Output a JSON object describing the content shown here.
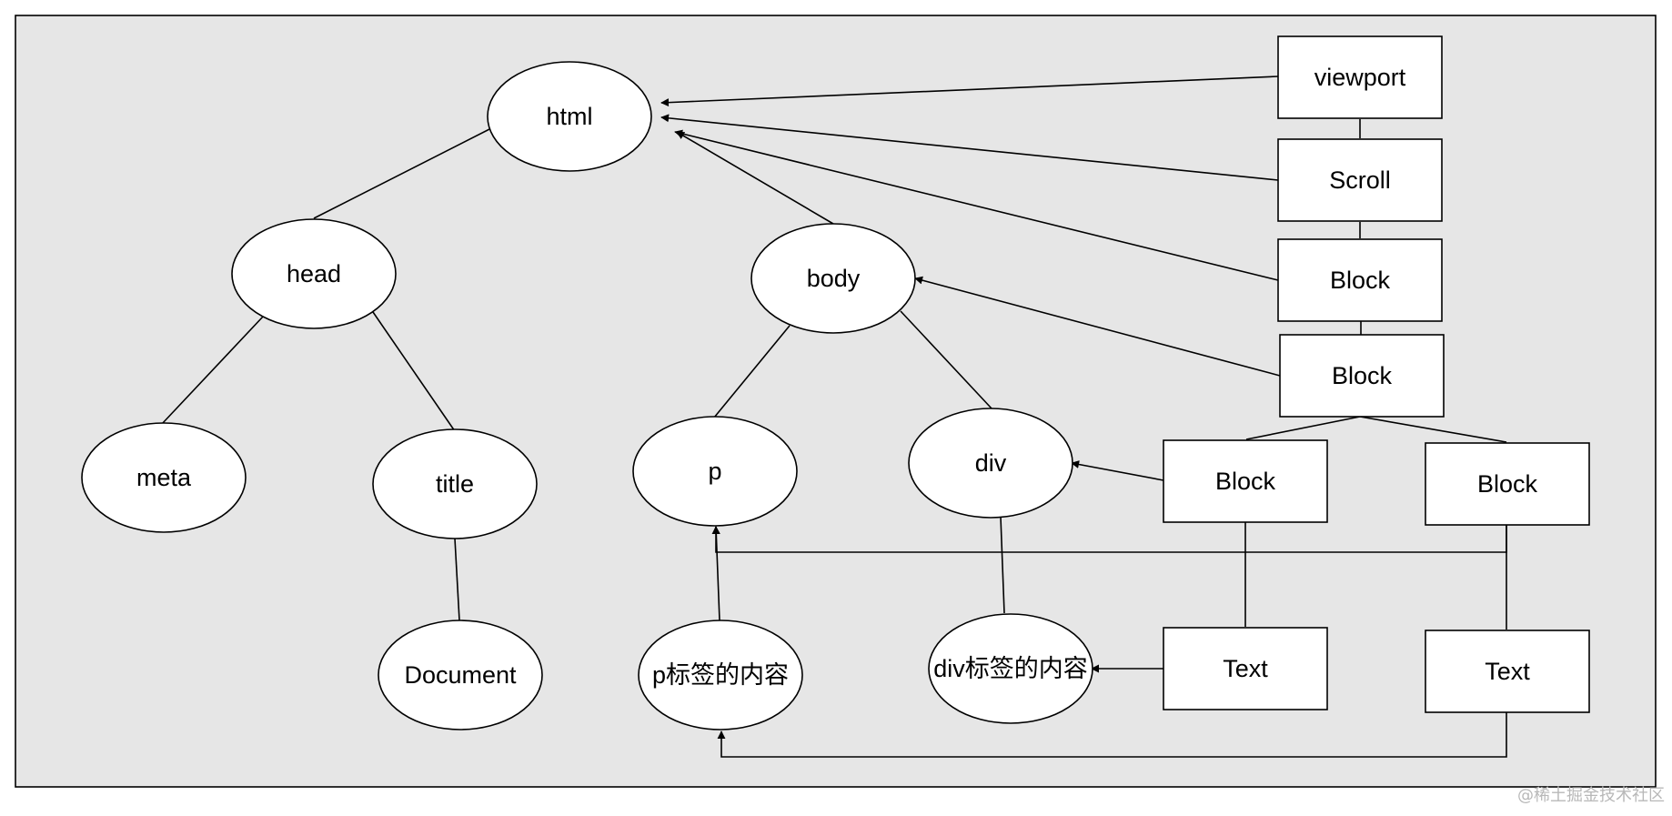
{
  "colors": {
    "canvas_background": "#e6e6e6",
    "node_fill": "#ffffff",
    "stroke": "#000000",
    "watermark": "#b8b8b8"
  },
  "dom_tree": {
    "html": "html",
    "head": "head",
    "body": "body",
    "meta": "meta",
    "title": "title",
    "document_text": "Document",
    "p": "p",
    "div": "div",
    "p_content": "p标签的内容",
    "div_content": "div标签的内容"
  },
  "layout_tree": {
    "viewport": "viewport",
    "scroll": "Scroll",
    "block_1": "Block",
    "block_2": "Block",
    "block_3": "Block",
    "block_4": "Block",
    "text_1": "Text",
    "text_2": "Text"
  },
  "watermark": "@稀土掘金技术社区"
}
